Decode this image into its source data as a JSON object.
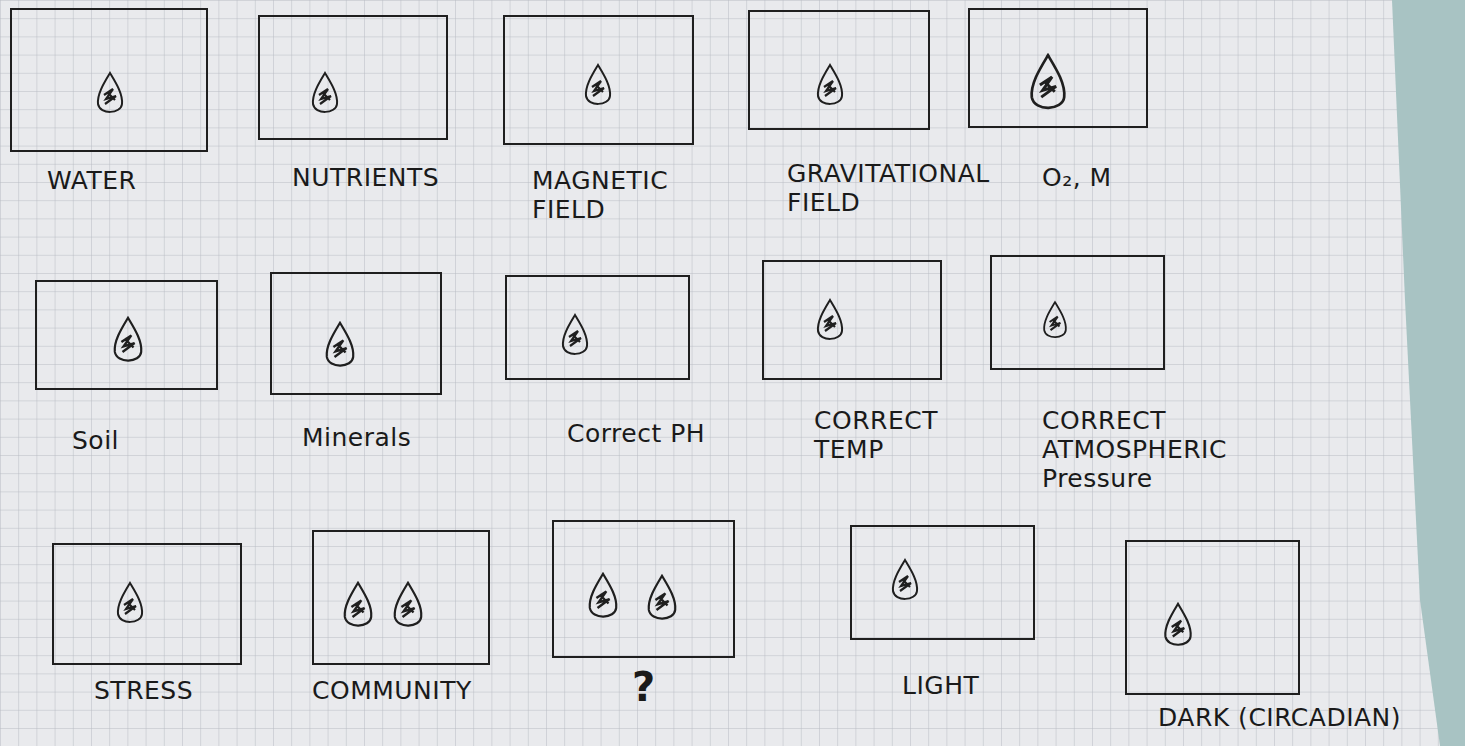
{
  "diagram": {
    "nodes": [
      {
        "text": [
          "WATER"
        ]
      },
      {
        "text": [
          "NUTRIENTS"
        ]
      },
      {
        "text": [
          "MAGNETIC FIELD"
        ]
      },
      {
        "text": [
          "GRAVITATIONAL FIELD"
        ]
      },
      {
        "text": [
          "O₂, M"
        ]
      },
      {
        "text": [
          "Soil"
        ]
      },
      {
        "text": [
          "Minerals"
        ]
      },
      {
        "text": [
          "Correct PH"
        ]
      },
      {
        "text": [
          "CORRECT TEMP"
        ]
      },
      {
        "text": [
          "CORRECT ATMOSPHERIC Pressure"
        ]
      },
      {
        "text": [
          "STRESS"
        ]
      },
      {
        "text": [
          "COMMUNITY"
        ]
      },
      {
        "text": [
          "?"
        ]
      },
      {
        "text": [
          "LIGHT"
        ]
      },
      {
        "text": [
          "DARK (CIRCADIAN)"
        ]
      }
    ]
  }
}
